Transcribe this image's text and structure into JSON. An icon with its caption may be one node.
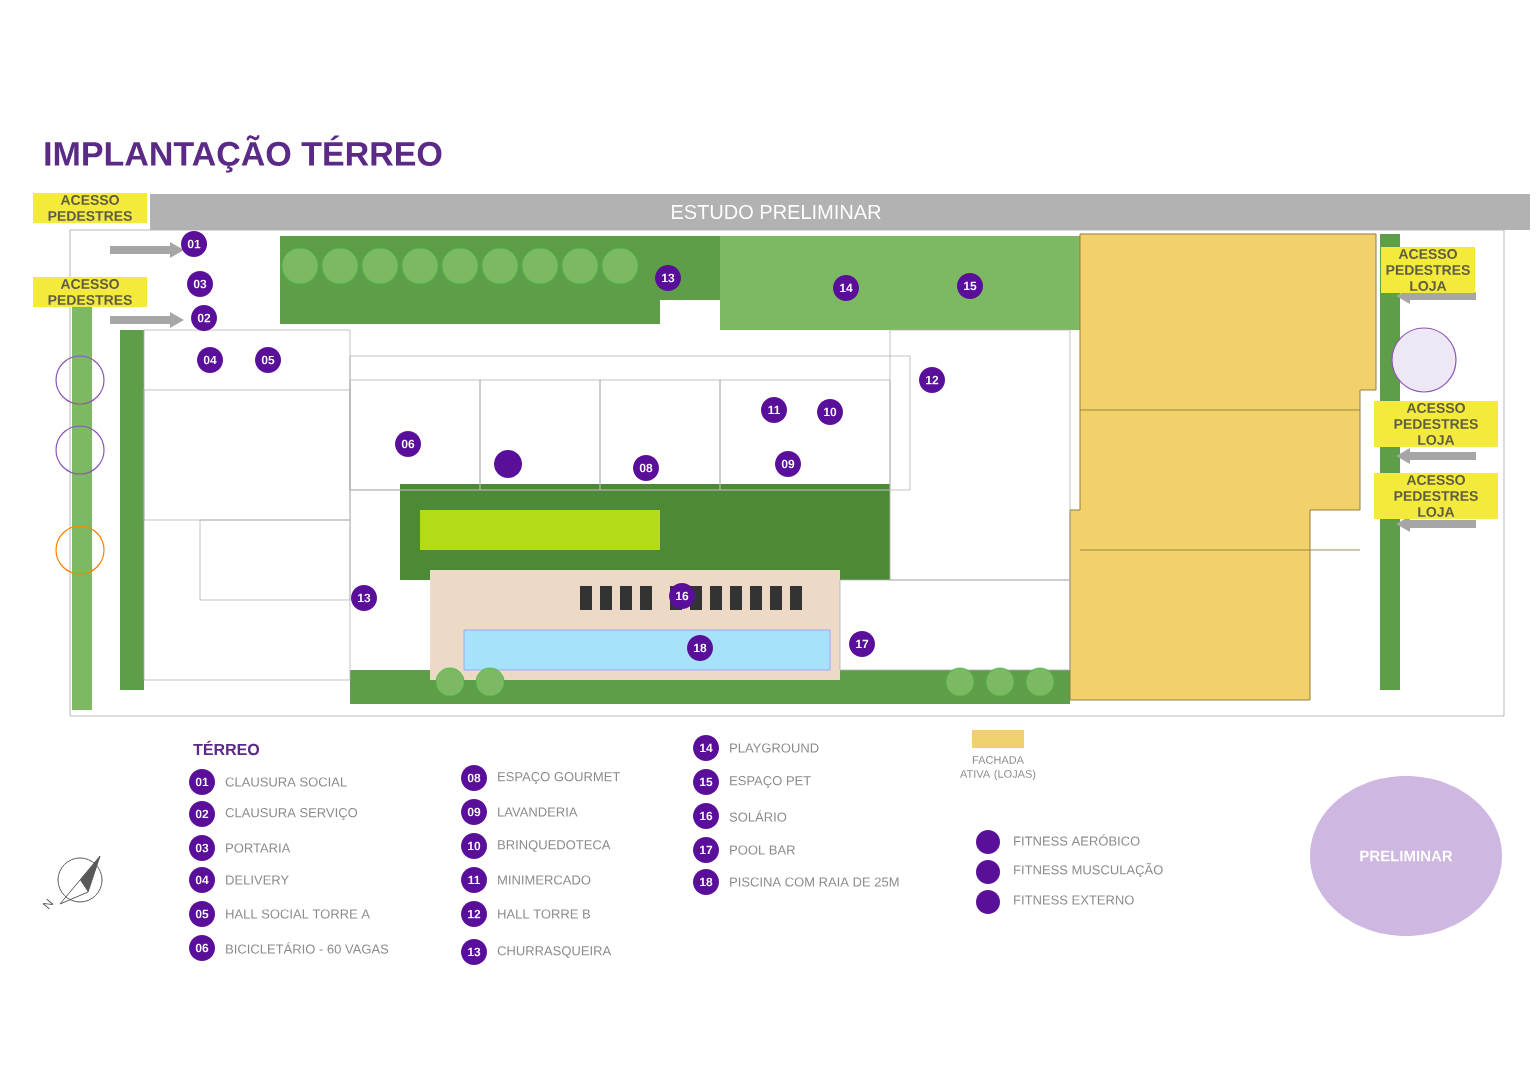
{
  "diagram": {
    "title": "IMPLANTAÇÃO TÉRREO",
    "labels": [
      "ESTUDO PRELIMINAR",
      "ACESSO PEDESTRES",
      "ACESSO PEDESTRES",
      "ACESSO PEDESTRES LOJA",
      "ACESSO PEDESTRES LOJA",
      "ACESSO PEDESTRES LOJA",
      "01",
      "03",
      "13",
      "14",
      "15",
      "02",
      "04",
      "05",
      "12",
      "11",
      "10",
      "06",
      "08",
      "09",
      "13",
      "16",
      "18",
      "17",
      "TÉRREO",
      "01",
      "02",
      "03",
      "04",
      "05",
      "06",
      "08",
      "09",
      "10",
      "11",
      "12",
      "13",
      "14",
      "15",
      "16",
      "17",
      "18",
      "PRELIMINAR",
      "N"
    ],
    "legend": [
      {
        "text": "CLAUSURA SOCIAL"
      },
      {
        "text": "CLAUSURA SERVIÇO"
      },
      {
        "text": "PORTARIA"
      },
      {
        "text": "DELIVERY"
      },
      {
        "text": "HALL SOCIAL TORRE A"
      },
      {
        "text": "BICICLETÁRIO - 60 VAGAS"
      },
      {
        "text": "ESPAÇO GOURMET"
      },
      {
        "text": "LAVANDERIA"
      },
      {
        "text": "BRINQUEDOTECA"
      },
      {
        "text": "MINIMERCADO"
      },
      {
        "text": "HALL TORRE B"
      },
      {
        "text": "CHURRASQUEIRA"
      },
      {
        "text": "PLAYGROUND"
      },
      {
        "text": "ESPAÇO PET"
      },
      {
        "text": "SOLÁRIO"
      },
      {
        "text": "POOL BAR"
      },
      {
        "text": "PISCINA COM RAIA DE 25M"
      },
      {
        "text": "FACHADA ATIVA (LOJAS)",
        "color": "#f0d070"
      },
      {
        "text": "FITNESS AERÓBICO",
        "color": "#5a0f9a"
      },
      {
        "text": "FITNESS MUSCULAÇÃO",
        "color": "#5a0f9a"
      },
      {
        "text": "FITNESS EXTERNO",
        "color": "#5a0f9a"
      }
    ]
  }
}
